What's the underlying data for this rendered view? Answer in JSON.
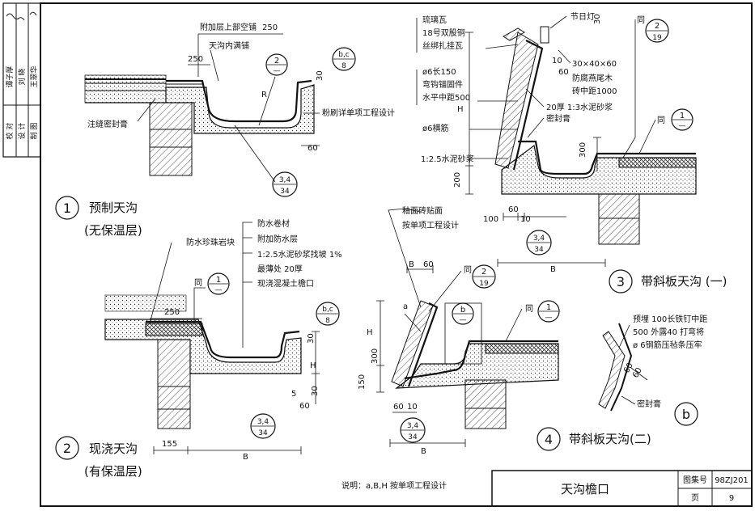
{
  "sheet": {
    "title": "天沟檐口",
    "atlas_label": "图集号",
    "atlas_value": "98ZJ201",
    "page_label": "页",
    "page_value": "9",
    "note": "说明：a,B,H 按单项工程设计"
  },
  "side_block": {
    "roles": [
      "校 对",
      "设 计",
      "制 图"
    ],
    "names": [
      "谭子厚",
      "刘 晓",
      "王翠华"
    ]
  },
  "details": [
    {
      "number": "1",
      "title": "预制天沟",
      "subtitle": "(无保温层)"
    },
    {
      "number": "2",
      "title": "现浇天沟",
      "subtitle": "(有保温层)"
    },
    {
      "number": "3",
      "title": "带斜板天沟 (一)"
    },
    {
      "number": "4",
      "title": "带斜板天沟(二)"
    },
    {
      "number": "b",
      "title": ""
    }
  ],
  "detail1": {
    "callouts": [
      "附加层上部空铺",
      "天沟内满铺",
      "粉刷详单项工程设计",
      "注缝密封膏"
    ],
    "dims": [
      "250",
      "250",
      "30",
      "60",
      "R"
    ],
    "refs": [
      {
        "top": "2",
        "bottom": "—"
      },
      {
        "top": "b,c",
        "bottom": "8"
      },
      {
        "top": "3,4",
        "bottom": "34"
      }
    ]
  },
  "detail2": {
    "callouts": [
      "防水卷材",
      "附加防水层",
      "1:2.5水泥砂浆找坡 1%",
      "最薄处 20厚",
      "现浇混凝土檐口",
      "防水珍珠岩块",
      "同"
    ],
    "dims": [
      "250",
      "30",
      "H",
      "30",
      "60",
      "5",
      "155",
      "B"
    ],
    "refs": [
      {
        "top": "1",
        "bottom": "—"
      },
      {
        "top": "b,c",
        "bottom": "8"
      },
      {
        "top": "3,4",
        "bottom": "34"
      }
    ]
  },
  "detail3": {
    "callouts": [
      "琉璃瓦",
      "18号双股铜",
      "丝绑扎挂瓦",
      "ø6长150",
      "弯钩锚固件",
      "水平中距500",
      "ø6横筋",
      "1:2.5水泥砂浆",
      "釉面砖贴面",
      "按单项工程设计",
      "节日灯",
      "30×40×60",
      "防腐燕尾木",
      "砖中距1000",
      "20厚 1:3水泥砂浆",
      "密封膏",
      "同",
      "同"
    ],
    "dims": [
      "30",
      "10",
      "60",
      "H",
      "300",
      "200",
      "100",
      "60",
      "10",
      "B"
    ],
    "refs": [
      {
        "top": "2",
        "bottom": "19"
      },
      {
        "top": "1",
        "bottom": "—"
      },
      {
        "top": "3,4",
        "bottom": "34"
      }
    ]
  },
  "detail4": {
    "callouts": [
      "同",
      "同",
      "a"
    ],
    "dims": [
      "B",
      "60",
      "H",
      "300",
      "150",
      "60",
      "10",
      "B"
    ],
    "refs": [
      {
        "top": "2",
        "bottom": "19"
      },
      {
        "top": "b",
        "bottom": "—"
      },
      {
        "top": "1",
        "bottom": "—"
      },
      {
        "top": "3,4",
        "bottom": "34"
      }
    ]
  },
  "detailb": {
    "callouts": [
      "预埋 100长铁钉中距",
      "500 外露40 打弯将",
      "ø 6钢筋压毡条压牢",
      "密封膏"
    ],
    "dims": [
      "60",
      "60"
    ]
  }
}
